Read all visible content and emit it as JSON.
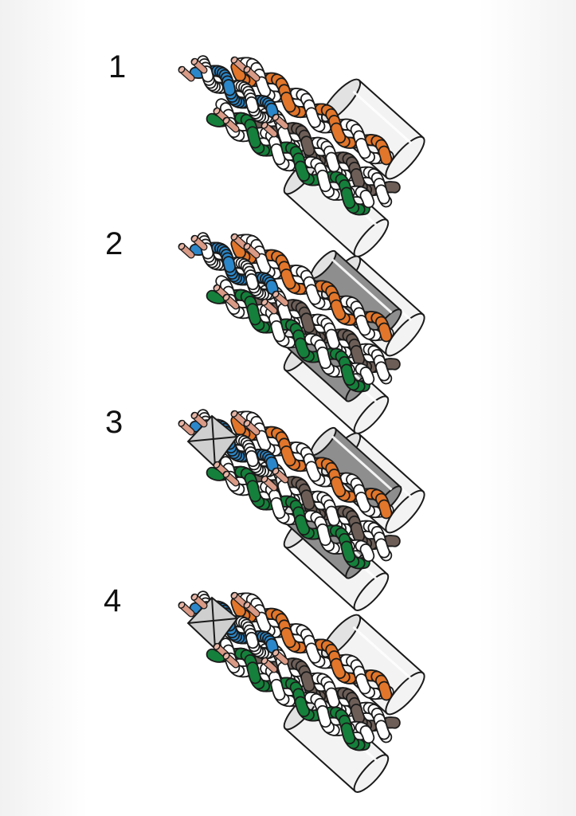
{
  "colors": {
    "outline": "#1a1a1a",
    "copper": "#d99a86",
    "copper_end": "#e8b6a6",
    "blue": "#2b87c9",
    "orange": "#e2762a",
    "green": "#15803b",
    "brown": "#6d5f58",
    "white_wire": "#ffffff",
    "jacket": "#f3f3f3",
    "foil": "#8e8e8e",
    "foil_light": "#c4c4c4",
    "separator": "#cfcfcf"
  },
  "steps": [
    {
      "number": "1",
      "shields": false,
      "separator": false
    },
    {
      "number": "2",
      "shields": true,
      "separator": false
    },
    {
      "number": "3",
      "shields": true,
      "separator": true
    },
    {
      "number": "4",
      "shields": false,
      "separator": true
    }
  ]
}
